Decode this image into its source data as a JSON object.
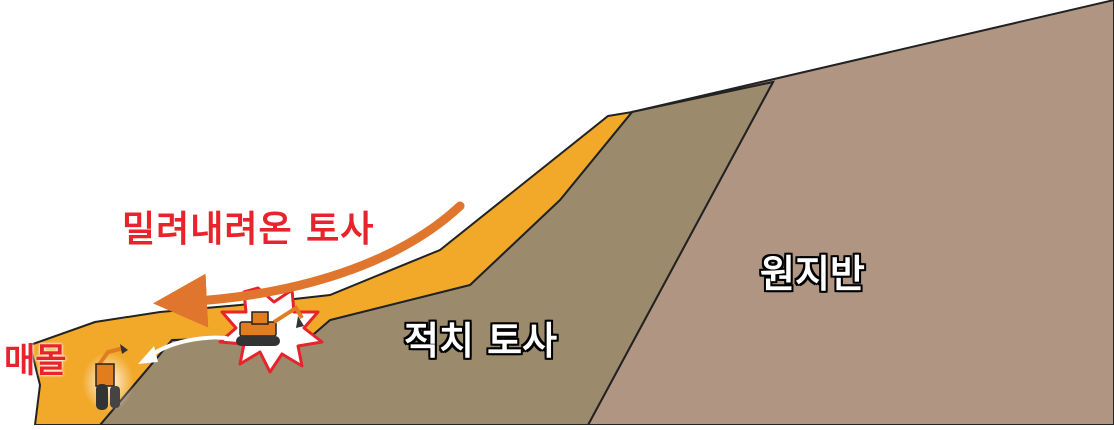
{
  "labels": {
    "pushed_soil": "밀려내려온 토사",
    "buried": "매몰",
    "fill_soil": "적치 토사",
    "original_ground": "원지반"
  },
  "colors": {
    "original_ground": "#b09582",
    "fill_soil": "#9c8a6c",
    "landslide_soil": "#f2a829",
    "flow_arrow": "#e0762e",
    "impact_burst": "#e8232b",
    "label_red": "#e8232b",
    "excavator_body": "#e07d1e"
  },
  "icons": [
    "excavator-icon",
    "buried-excavator-icon",
    "impact-burst-icon"
  ]
}
